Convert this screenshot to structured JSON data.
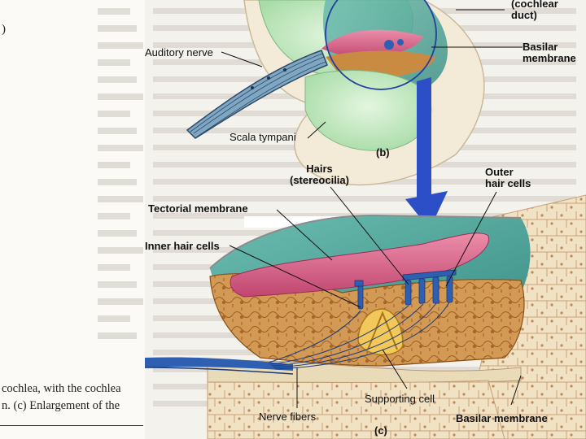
{
  "left_page": {
    "fragment_paren": ")",
    "caption_lines": [
      "cochlea, with the cochlea",
      "n. (c) Enlargement of the"
    ]
  },
  "panel_b": {
    "panel_label": "(b)",
    "labels": {
      "cochlear_duct": "(cochlear\nduct)",
      "auditory_nerve": "Auditory nerve",
      "basilar_membrane": "Basilar\nmembrane",
      "scala_tympani": "Scala tympani"
    }
  },
  "panel_c": {
    "panel_label": "(c)",
    "labels": {
      "hairs": "Hairs\n(stereocilia)",
      "outer_hair_cells": "Outer\nhair cells",
      "tectorial_membrane": "Tectorial membrane",
      "inner_hair_cells": "Inner hair cells",
      "supporting_cell": "Supporting cell",
      "nerve_fibers": "Nerve fibers",
      "basilar_membrane": "Basilar membrane"
    }
  },
  "colors": {
    "teal": "#4fa79c",
    "pink_membrane": "#d85d85",
    "orange_tissue": "#c17a2f",
    "cream_tissue": "#ecd9b7",
    "mint": "#c8eac9",
    "nerve_blue": "#2f5fb0",
    "arrow_blue": "#2c4fc8"
  }
}
